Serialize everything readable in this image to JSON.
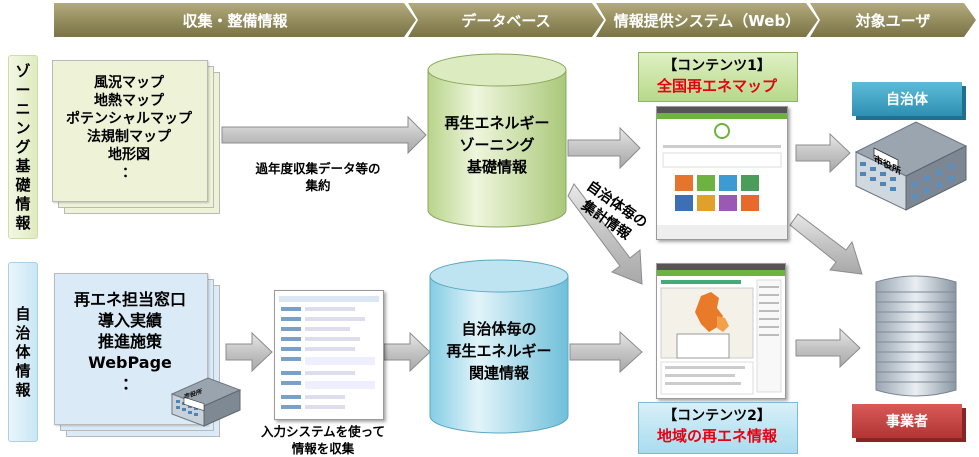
{
  "headers": {
    "collect": "収集・整備情報",
    "database": "データベース",
    "system": "情報提供システム（Web）",
    "users": "対象ユーザ"
  },
  "side_labels": {
    "zoning": [
      "ゾ",
      "ー",
      "ニ",
      "ン",
      "グ",
      "基",
      "礎",
      "情",
      "報"
    ],
    "municipal": [
      "自",
      "治",
      "体",
      "情",
      "報"
    ]
  },
  "zoning_sources": [
    "風況マップ",
    "地熱マップ",
    "ポテンシャルマップ",
    "法規制マップ",
    "地形図",
    "："
  ],
  "municipal_sources": [
    "再エネ担当窓口",
    "導入実績",
    "推進施策",
    "WebPage",
    "："
  ],
  "arrow_labels": {
    "past_data": [
      "過年度収集データ等の",
      "集約"
    ],
    "input_system": [
      "入力システムを使って",
      "情報を収集"
    ],
    "municipal_aggregate": [
      "自治体毎の",
      "集計情報"
    ]
  },
  "databases": {
    "zoning": [
      "再生エネルギー",
      "ゾーニング",
      "基礎情報"
    ],
    "municipal": [
      "自治体毎の",
      "再生エネルギー",
      "関連情報"
    ]
  },
  "contents": {
    "c1_tag": "【コンテンツ1】",
    "c1_name": "全国再エネマップ",
    "c2_tag": "【コンテンツ2】",
    "c2_name": "地域の再エネ情報"
  },
  "users": {
    "municipality": "自治体",
    "business": "事業者",
    "city_hall_sign": "市役所"
  },
  "colors": {
    "header": "#8f8859",
    "zoning_doc": "#eef3d7",
    "municipal_doc": "#daeaf6",
    "zoning_cylinder": "#d7e8b4",
    "municipal_cylinder": "#bfe4f1",
    "content1_box": "#c9e4a3",
    "content2_box": "#bfe6f2",
    "content1_text": "#e60012",
    "content2_text": "#e60012",
    "municipality_box": "#3aa0c0",
    "business_box": "#c0403e"
  }
}
